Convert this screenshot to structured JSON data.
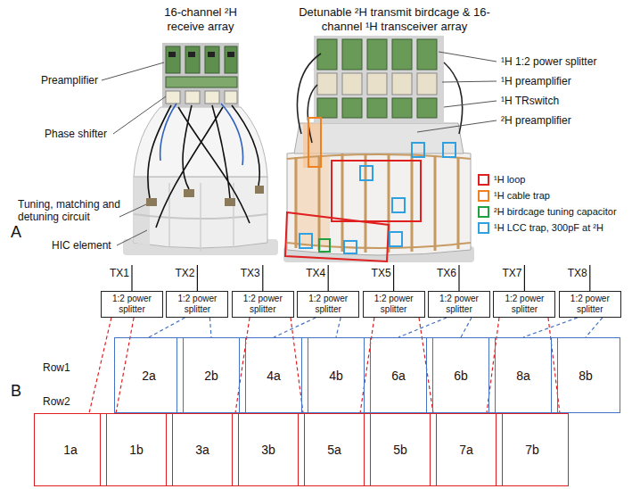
{
  "diagram": {
    "nodes": [
      {
        "text": [
          "1:2 power splitter"
        ]
      },
      {
        "text": [
          "1:2 power splitter"
        ]
      },
      {
        "text": [
          "1:2 power splitter"
        ]
      },
      {
        "text": [
          "1:2 power splitter"
        ]
      },
      {
        "text": [
          "1:2 power splitter"
        ]
      },
      {
        "text": [
          "1:2 power splitter"
        ]
      },
      {
        "text": [
          "1:2 power splitter"
        ]
      },
      {
        "text": [
          "1:2 power splitter"
        ]
      },
      {
        "text": [
          "2a"
        ]
      },
      {
        "text": [
          "2b"
        ]
      },
      {
        "text": [
          "4a"
        ]
      },
      {
        "text": [
          "4b"
        ]
      },
      {
        "text": [
          "6a"
        ]
      },
      {
        "text": [
          "6b"
        ]
      },
      {
        "text": [
          "8a"
        ]
      },
      {
        "text": [
          "8b"
        ]
      },
      {
        "text": [
          "1a"
        ]
      },
      {
        "text": [
          "1b"
        ]
      },
      {
        "text": [
          "3a"
        ]
      },
      {
        "text": [
          "3b"
        ]
      },
      {
        "text": [
          "5a"
        ]
      },
      {
        "text": [
          "5b"
        ]
      },
      {
        "text": [
          "7a"
        ]
      },
      {
        "text": [
          "7b"
        ]
      }
    ],
    "edges": [
      {
        "from": 0,
        "to": 16,
        "arrow": "none"
      },
      {
        "from": 0,
        "to": 17,
        "arrow": "none"
      },
      {
        "from": 1,
        "to": 8,
        "arrow": "none"
      },
      {
        "from": 1,
        "to": 9,
        "arrow": "none"
      },
      {
        "from": 2,
        "to": 18,
        "arrow": "none"
      },
      {
        "from": 2,
        "to": 19,
        "arrow": "none"
      },
      {
        "from": 3,
        "to": 10,
        "arrow": "none"
      },
      {
        "from": 3,
        "to": 11,
        "arrow": "none"
      },
      {
        "from": 4,
        "to": 20,
        "arrow": "none"
      },
      {
        "from": 4,
        "to": 21,
        "arrow": "none"
      },
      {
        "from": 5,
        "to": 12,
        "arrow": "none"
      },
      {
        "from": 5,
        "to": 13,
        "arrow": "none"
      },
      {
        "from": 6,
        "to": 22,
        "arrow": "none"
      },
      {
        "from": 6,
        "to": 23,
        "arrow": "none"
      },
      {
        "from": 7,
        "to": 14,
        "arrow": "none"
      },
      {
        "from": 7,
        "to": 15,
        "arrow": "none"
      }
    ],
    "labels": [
      "16-channel ²H receive array",
      "Detunable ²H transmit birdcage & 16-channel ¹H transceiver array",
      "A",
      "Preamplifier",
      "Phase shifter",
      "Tuning, matching and detuning circuit",
      "HIC element",
      "¹H 1:2 power splitter",
      "¹H preamplifier",
      "¹H TRswitch",
      "²H preamplifier",
      "B",
      "TX1",
      "TX2",
      "TX3",
      "TX4",
      "TX5",
      "TX6",
      "TX7",
      "TX8",
      "Row1",
      "Row2"
    ],
    "legend": [
      {
        "text": "¹H loop",
        "color": "#e02020"
      },
      {
        "text": "¹H cable trap",
        "color": "#f08020"
      },
      {
        "text": "²H birdcage tuning capacitor",
        "color": "#20a040"
      },
      {
        "text": "¹H LCC trap, 300pF at ²H",
        "color": "#30a0e0"
      }
    ]
  }
}
